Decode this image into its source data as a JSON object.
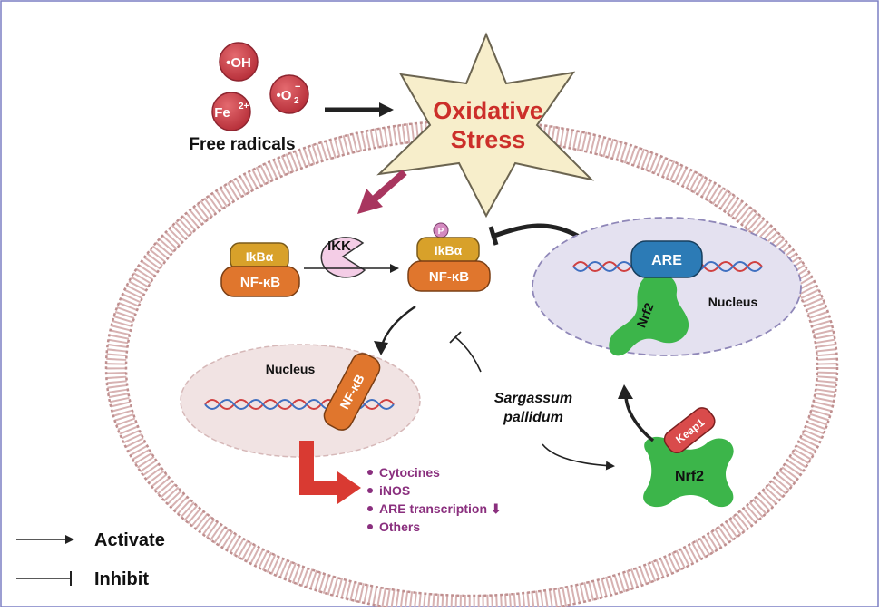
{
  "radicals": {
    "oh": "•OH",
    "fe": "Fe",
    "fe_sup": "2+",
    "o2": "•O",
    "o2_sub": "2",
    "o2_sup": "−",
    "label": "Free radicals"
  },
  "stress": {
    "line1": "Oxidative",
    "line2": "Stress"
  },
  "complex_left": {
    "ikba": "IkBα",
    "nfkb": "NF-κB"
  },
  "ikk": "IKK",
  "complex_right": {
    "phospho": "P",
    "ikba": "IkBα",
    "nfkb": "NF-κB"
  },
  "nucleus_left": {
    "label": "Nucleus",
    "nfkb": "NF-κB"
  },
  "nucleus_right": {
    "label": "Nucleus",
    "are": "ARE",
    "nrf2": "Nrf2"
  },
  "compound": {
    "line1": "Sargassum",
    "line2": "pallidum"
  },
  "free_nrf2": {
    "keap1": "Keap1",
    "nrf2": "Nrf2"
  },
  "outputs": [
    "Cytocines",
    "iNOS",
    "ARE transcription ⬇",
    "Others"
  ],
  "legend": {
    "activate": "Activate",
    "inhibit": "Inhibit"
  },
  "colors": {
    "radical": "#c8404a",
    "stress_fill": "#f7eecb",
    "stress_text": "#cc2f2a",
    "ikba": "#d8a12a",
    "nfkb": "#e0762d",
    "ikk": "#f4cde6",
    "are": "#2c7bb6",
    "nrf2": "#3cb54a",
    "keap1": "#d94b4b",
    "output_text": "#8a2f7e",
    "membrane": "#c79a9a",
    "nucleus_left_fill": "#f1e3e3",
    "nucleus_right_fill": "#e4e1f0"
  }
}
